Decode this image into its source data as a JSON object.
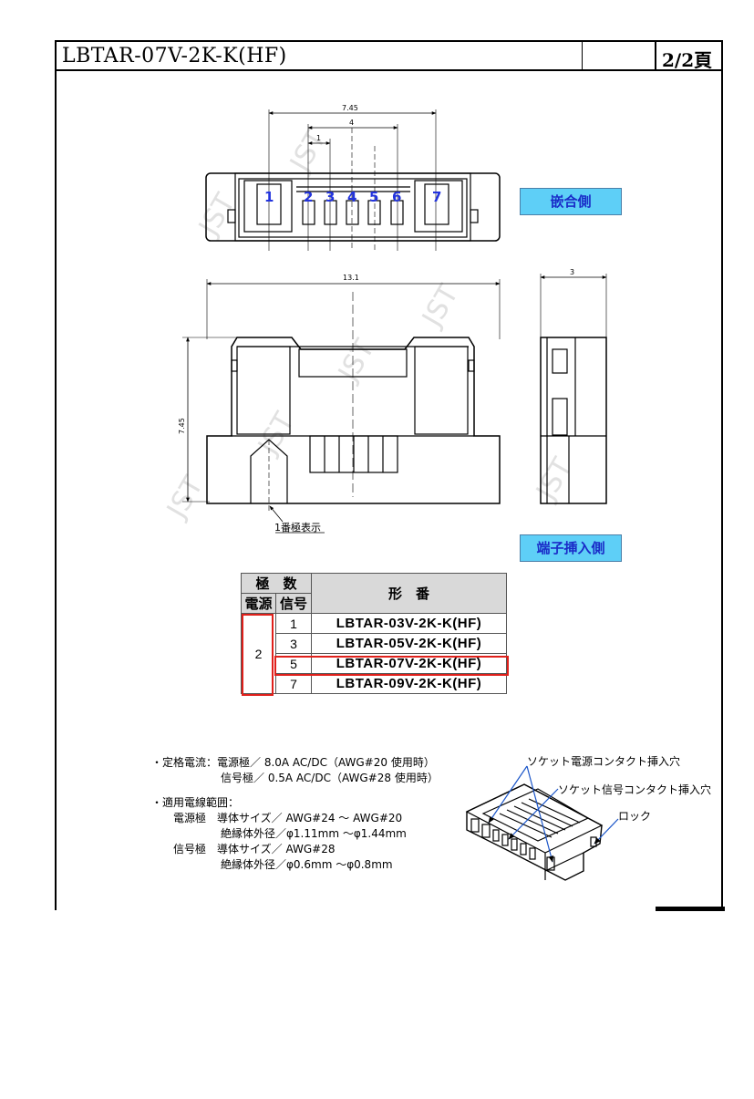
{
  "header": {
    "title": "LBTAR-07V-2K-K(HF)",
    "page": "2/2頁"
  },
  "views": {
    "mating_side_label": "嵌合側",
    "insertion_side_label": "端子挿入側",
    "pin1_mark_label": "1番極表示",
    "pin_numbers": [
      "1",
      "2",
      "3",
      "4",
      "5",
      "6",
      "7"
    ]
  },
  "dimensions": {
    "pitch_outer": "7.45",
    "pitch_signal": "4",
    "pitch_single": "1",
    "width": "13.1",
    "height": "7.45",
    "depth": "3"
  },
  "watermark": "JST",
  "table": {
    "header_poles": "極　数",
    "header_power": "電源",
    "header_signal": "信号",
    "header_model": "形　番",
    "power_count": "2",
    "rows": [
      {
        "signal": "1",
        "model": "LBTAR-03V-2K-K(HF)",
        "highlight": false
      },
      {
        "signal": "3",
        "model": "LBTAR-05V-2K-K(HF)",
        "highlight": false
      },
      {
        "signal": "5",
        "model": "LBTAR-07V-2K-K(HF)",
        "highlight": true
      },
      {
        "signal": "7",
        "model": "LBTAR-09V-2K-K(HF)",
        "highlight": false
      }
    ]
  },
  "notes": {
    "rated_current_1": "・定格電流：電源極／ 8.0A  AC/DC（AWG#20 使用時）",
    "rated_current_2": "信号極／ 0.5A  AC/DC（AWG#28 使用時）",
    "wire_range_title": "・適用電線範囲：",
    "power_1": "電源極　導体サイズ／ AWG#24 ～ AWG#20",
    "power_2": "絶縁体外径／φ1.11mm ～φ1.44mm",
    "signal_1": "信号極　導体サイズ／ AWG#28",
    "signal_2": "絶縁体外径／φ0.6mm ～φ0.8mm"
  },
  "iso_labels": {
    "power_hole": "ソケット電源コンタクト挿入穴",
    "signal_hole": "ソケット信号コンタクト挿入穴",
    "lock": "ロック"
  },
  "colors": {
    "label_bg": "#5ecff7",
    "label_text": "#1a2cc8",
    "highlight": "#e0201b",
    "pin_number": "#2233dd"
  }
}
